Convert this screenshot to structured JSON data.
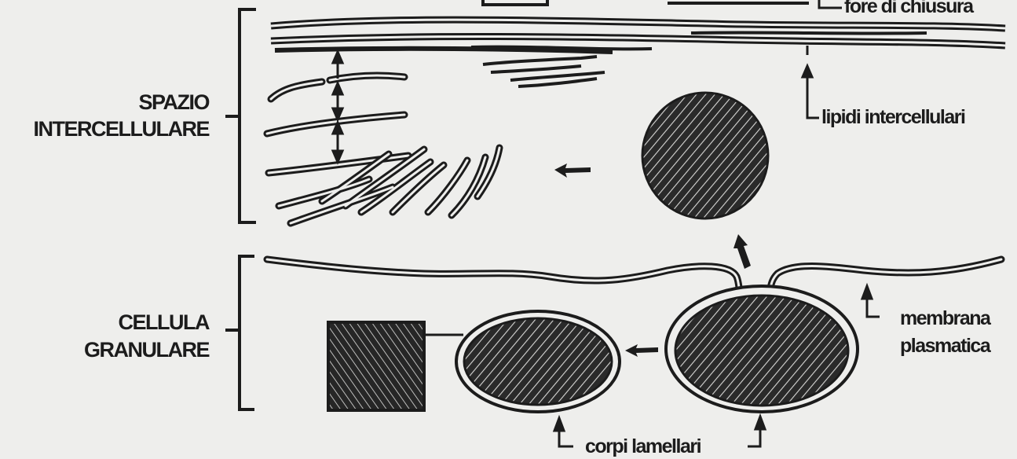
{
  "labels": {
    "top_right": "fore di chiusura",
    "spazio_line1": "SPAZIO",
    "spazio_line2": "INTERCELLULARE",
    "lipidi": "lipidi intercellulari",
    "cellula_line1": "CELLULA",
    "cellula_line2": "GRANULARE",
    "membrana_line1": "membrana",
    "membrana_line2": "plasmatica",
    "corpi": "corpi lamellari"
  },
  "colors": {
    "ink": "#1c1c1c",
    "background": "#eeeeec"
  }
}
